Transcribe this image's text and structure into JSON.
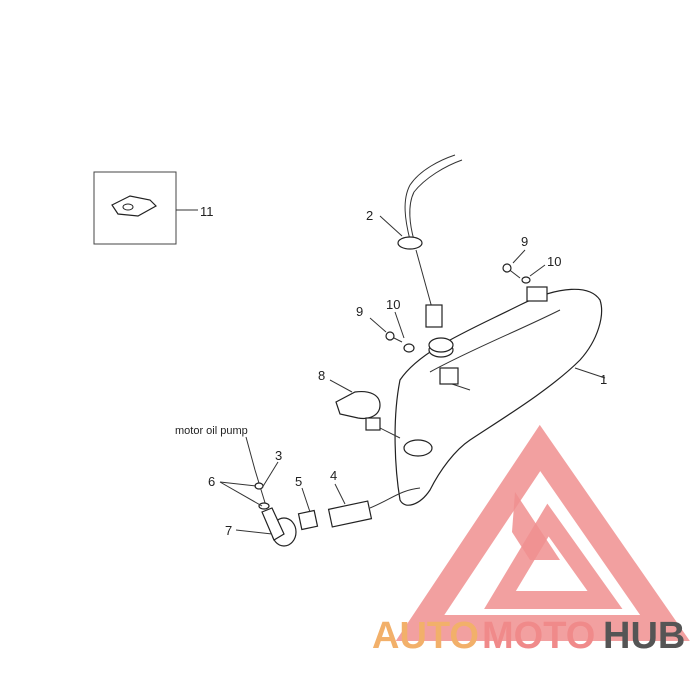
{
  "diagram": {
    "callouts": {
      "c1": "1",
      "c2": "2",
      "c3": "3",
      "c4": "4",
      "c5": "5",
      "c6": "6",
      "c7": "7",
      "c8": "8",
      "c9a": "9",
      "c9b": "9",
      "c10a": "10",
      "c10b": "10",
      "c11": "11"
    },
    "annotation_motor_oil_pump": "motor oil pump"
  },
  "watermark": {
    "text_auto": "AUTO",
    "text_moto": "MOTO",
    "text_hub": "HUB",
    "colors": {
      "auto": "#f2b06a",
      "moto": "#f08a8a",
      "hub": "#555555",
      "triangle": "#f08f8f"
    }
  }
}
